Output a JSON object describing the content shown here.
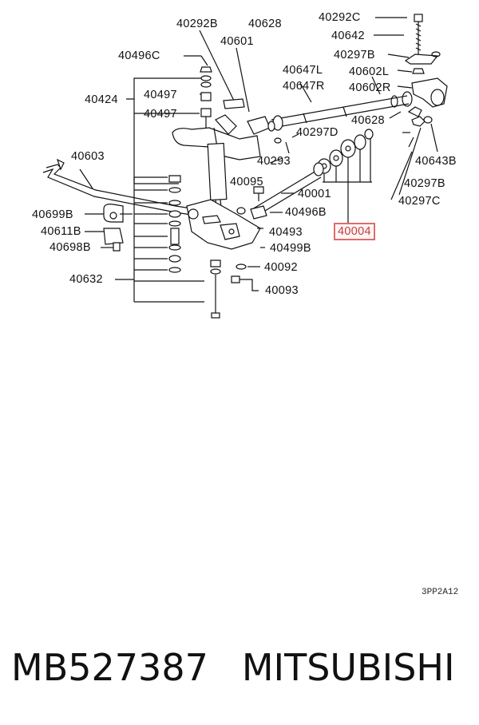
{
  "labels": {
    "p40292B": "40292B",
    "p40628a": "40628",
    "p40292C": "40292C",
    "p40642": "40642",
    "p40601": "40601",
    "p40297Ba": "40297B",
    "p40496C": "40496C",
    "p40647L": "40647L",
    "p40602L": "40602L",
    "p40647R": "40647R",
    "p40602R": "40602R",
    "p40424": "40424",
    "p40497a": "40497",
    "p40497b": "40497",
    "p40297D": "40297D",
    "p40628b": "40628",
    "p40603": "40603",
    "p40293": "40293",
    "p40643B": "40643B",
    "p40095": "40095",
    "p40297Bb": "40297B",
    "p40001": "40001",
    "p40297C": "40297C",
    "p40699B": "40699B",
    "p40496B": "40496B",
    "p40611B": "40611B",
    "p40493": "40493",
    "p40004": "40004",
    "p40698B": "40698B",
    "p40499B": "40499B",
    "p40092": "40092",
    "p40632": "40632",
    "p40093": "40093"
  },
  "highlight": {
    "part": "40004",
    "color": "#e06a6a"
  },
  "diagram_code": "3PP2A12",
  "footer": {
    "part_number": "MB527387",
    "brand": "MITSUBISHI"
  }
}
